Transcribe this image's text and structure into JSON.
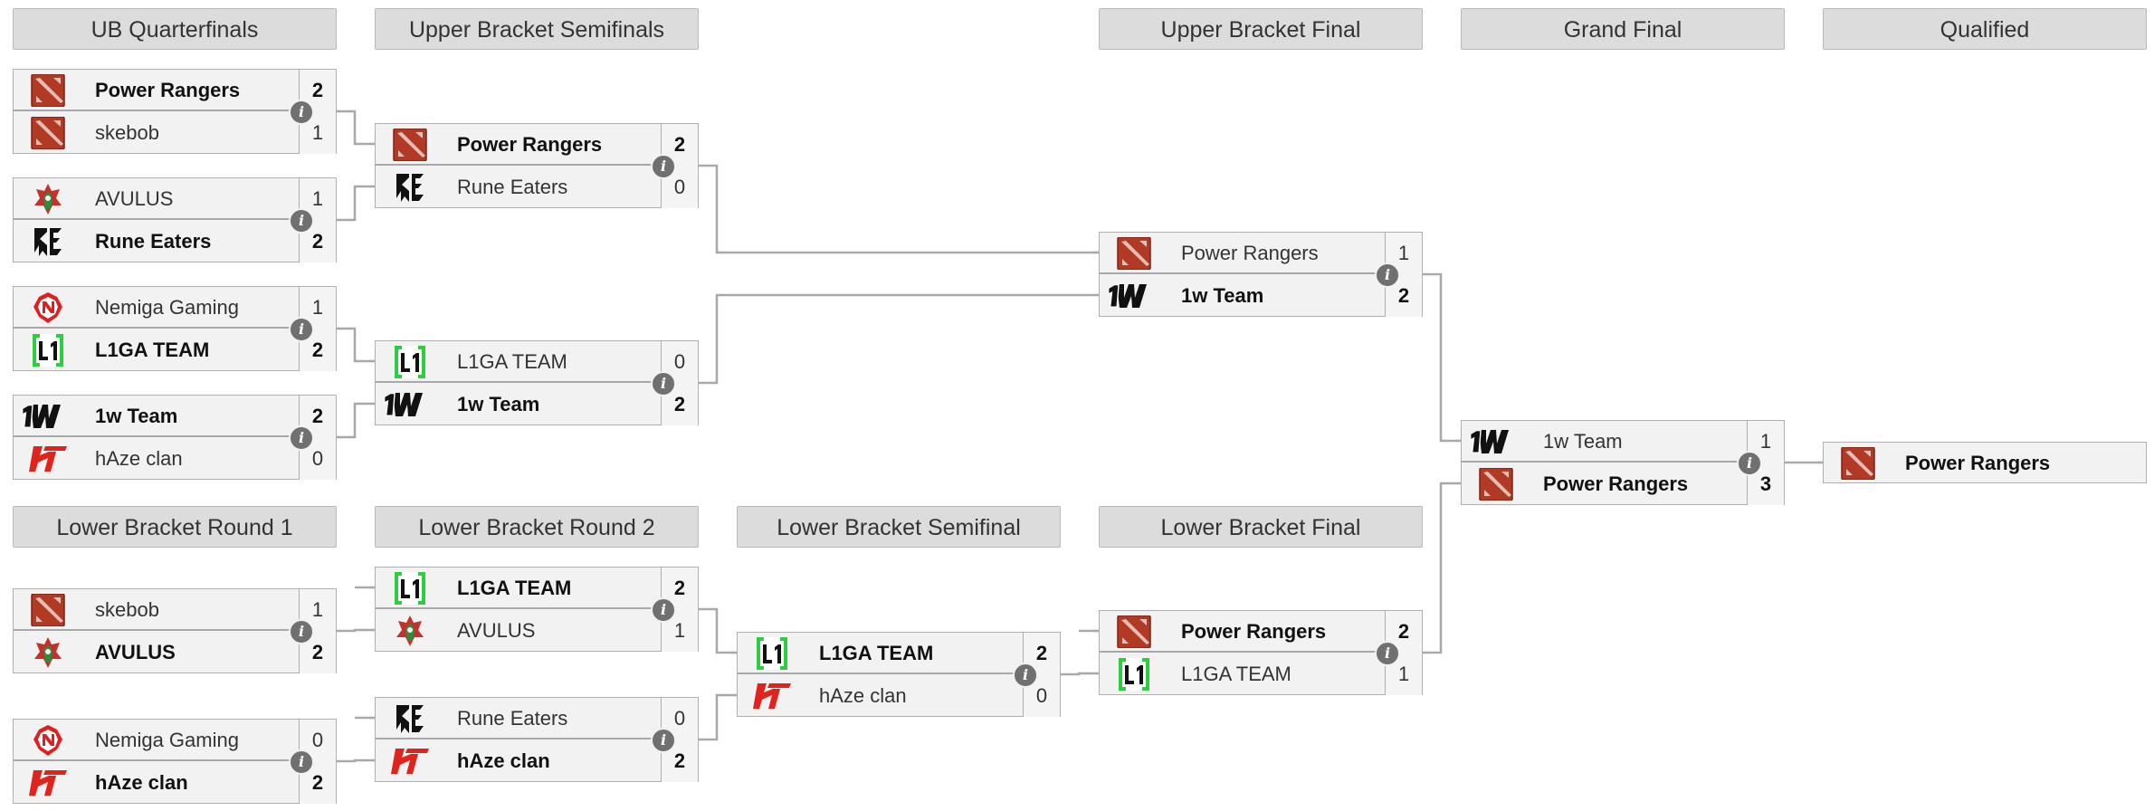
{
  "headers": {
    "ub_quarterfinals": "UB Quarterfinals",
    "ub_semifinals": "Upper Bracket Semifinals",
    "ub_final": "Upper Bracket Final",
    "grand_final": "Grand Final",
    "qualified": "Qualified",
    "lb_round1": "Lower Bracket Round 1",
    "lb_round2": "Lower Bracket Round 2",
    "lb_semifinal": "Lower Bracket Semifinal",
    "lb_final": "Lower Bracket Final"
  },
  "colors": {
    "header_bg": "#dcdcdc",
    "match_bg": "#f2f2f2",
    "connector": "#a8a8a8",
    "dota_red": "#b23a24",
    "l1ga_green": "#2ecc40",
    "haze_red": "#e0241c"
  },
  "matches": {
    "ubqf1": [
      {
        "team": "Power Rangers",
        "logo": "dota-logo",
        "score": "2",
        "winner": true
      },
      {
        "team": "skebob",
        "logo": "dota-logo",
        "score": "1",
        "winner": false
      }
    ],
    "ubqf2": [
      {
        "team": "AVULUS",
        "logo": "avulus-logo",
        "score": "1",
        "winner": false
      },
      {
        "team": "Rune Eaters",
        "logo": "rune-eaters-logo",
        "score": "2",
        "winner": true
      }
    ],
    "ubqf3": [
      {
        "team": "Nemiga Gaming",
        "logo": "nemiga-logo",
        "score": "1",
        "winner": false
      },
      {
        "team": "L1GA TEAM",
        "logo": "l1ga-logo",
        "score": "2",
        "winner": true
      }
    ],
    "ubqf4": [
      {
        "team": "1w Team",
        "logo": "1w-logo",
        "score": "2",
        "winner": true
      },
      {
        "team": "hAze clan",
        "logo": "haze-logo",
        "score": "0",
        "winner": false
      }
    ],
    "ubsf1": [
      {
        "team": "Power Rangers",
        "logo": "dota-logo",
        "score": "2",
        "winner": true
      },
      {
        "team": "Rune Eaters",
        "logo": "rune-eaters-logo",
        "score": "0",
        "winner": false
      }
    ],
    "ubsf2": [
      {
        "team": "L1GA TEAM",
        "logo": "l1ga-logo",
        "score": "0",
        "winner": false
      },
      {
        "team": "1w Team",
        "logo": "1w-logo",
        "score": "2",
        "winner": true
      }
    ],
    "ubf": [
      {
        "team": "Power Rangers",
        "logo": "dota-logo",
        "score": "1",
        "winner": false
      },
      {
        "team": "1w Team",
        "logo": "1w-logo",
        "score": "2",
        "winner": true
      }
    ],
    "gf": [
      {
        "team": "1w Team",
        "logo": "1w-logo",
        "score": "1",
        "winner": false
      },
      {
        "team": "Power Rangers",
        "logo": "dota-logo",
        "score": "3",
        "winner": true
      }
    ],
    "lbr1a": [
      {
        "team": "skebob",
        "logo": "dota-logo",
        "score": "1",
        "winner": false
      },
      {
        "team": "AVULUS",
        "logo": "avulus-logo",
        "score": "2",
        "winner": true
      }
    ],
    "lbr1b": [
      {
        "team": "Nemiga Gaming",
        "logo": "nemiga-logo",
        "score": "0",
        "winner": false
      },
      {
        "team": "hAze clan",
        "logo": "haze-logo",
        "score": "2",
        "winner": true
      }
    ],
    "lbr2a": [
      {
        "team": "L1GA TEAM",
        "logo": "l1ga-logo",
        "score": "2",
        "winner": true
      },
      {
        "team": "AVULUS",
        "logo": "avulus-logo",
        "score": "1",
        "winner": false
      }
    ],
    "lbr2b": [
      {
        "team": "Rune Eaters",
        "logo": "rune-eaters-logo",
        "score": "0",
        "winner": false
      },
      {
        "team": "hAze clan",
        "logo": "haze-logo",
        "score": "2",
        "winner": true
      }
    ],
    "lbsf": [
      {
        "team": "L1GA TEAM",
        "logo": "l1ga-logo",
        "score": "2",
        "winner": true
      },
      {
        "team": "hAze clan",
        "logo": "haze-logo",
        "score": "0",
        "winner": false
      }
    ],
    "lbf": [
      {
        "team": "Power Rangers",
        "logo": "dota-logo",
        "score": "2",
        "winner": true
      },
      {
        "team": "L1GA TEAM",
        "logo": "l1ga-logo",
        "score": "1",
        "winner": false
      }
    ]
  },
  "qualified": {
    "team": "Power Rangers",
    "logo": "dota-logo"
  }
}
